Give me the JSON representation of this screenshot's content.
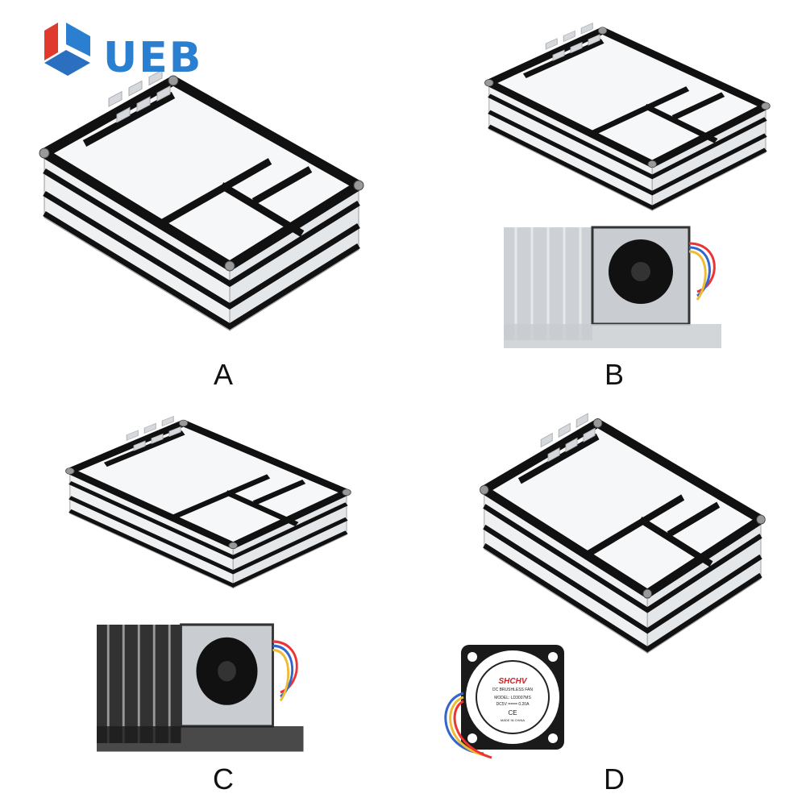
{
  "brand": {
    "logo_text": "UEB",
    "colors": {
      "red": "#e03a2f",
      "blue": "#2a7fd0"
    }
  },
  "panels": [
    {
      "label": "A",
      "items": [
        "acrylic-case"
      ]
    },
    {
      "label": "B",
      "items": [
        "acrylic-case",
        "silver-heatsink-with-fan"
      ]
    },
    {
      "label": "C",
      "items": [
        "acrylic-case",
        "black-heatsink-with-fan"
      ]
    },
    {
      "label": "D",
      "items": [
        "acrylic-case",
        "cooling-fan"
      ]
    }
  ],
  "fan_label": {
    "brand": "SHCHV",
    "type": "DC BRUSHLESS FAN",
    "model": "MODEL: LD3007MS",
    "rating": "DC5V ==== 0.20A",
    "cert": "CE",
    "origin": "MADE IN CHINA"
  }
}
